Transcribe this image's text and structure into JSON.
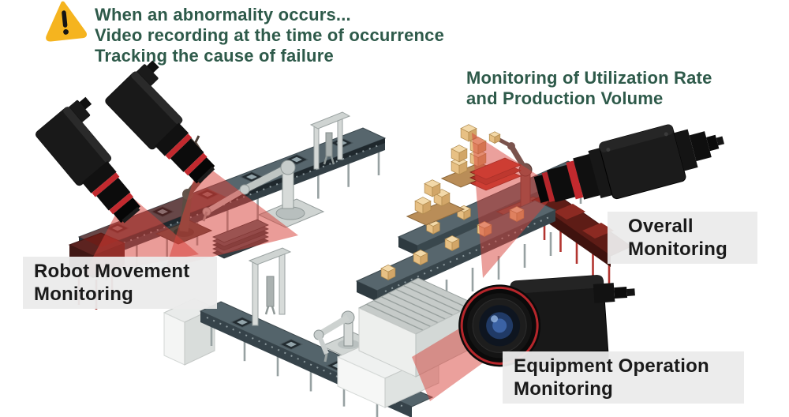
{
  "heading": {
    "icon": "warning-triangle-icon",
    "lines": [
      "When an abnormality occurs...",
      "Video recording at the time of occurrence",
      "Tracking the cause of failure"
    ]
  },
  "subtitle": {
    "lines": [
      "Monitoring of Utilization Rate",
      "and Production Volume"
    ]
  },
  "labels": {
    "robot_movement": "Robot Movement Monitoring",
    "overall": "Overall Monitoring",
    "equipment_operation": "Equipment Operation Monitoring"
  },
  "icons": {
    "warning": "warning-triangle-icon",
    "robot_cameras": "machine-vision-camera-icon",
    "overall_camera": "machine-vision-camera-icon",
    "equipment_camera": "industrial-camera-icon"
  },
  "colors": {
    "heading_green": "#2e5a4a",
    "label_text": "#1a1a1a",
    "label_background": "#ececec",
    "beam_red": "#d7423a",
    "camera_ring_red": "#c2292e",
    "warning_yellow": "#f5b41f",
    "box_tan": "#e9c288",
    "conveyor_gray": "#57666d"
  }
}
